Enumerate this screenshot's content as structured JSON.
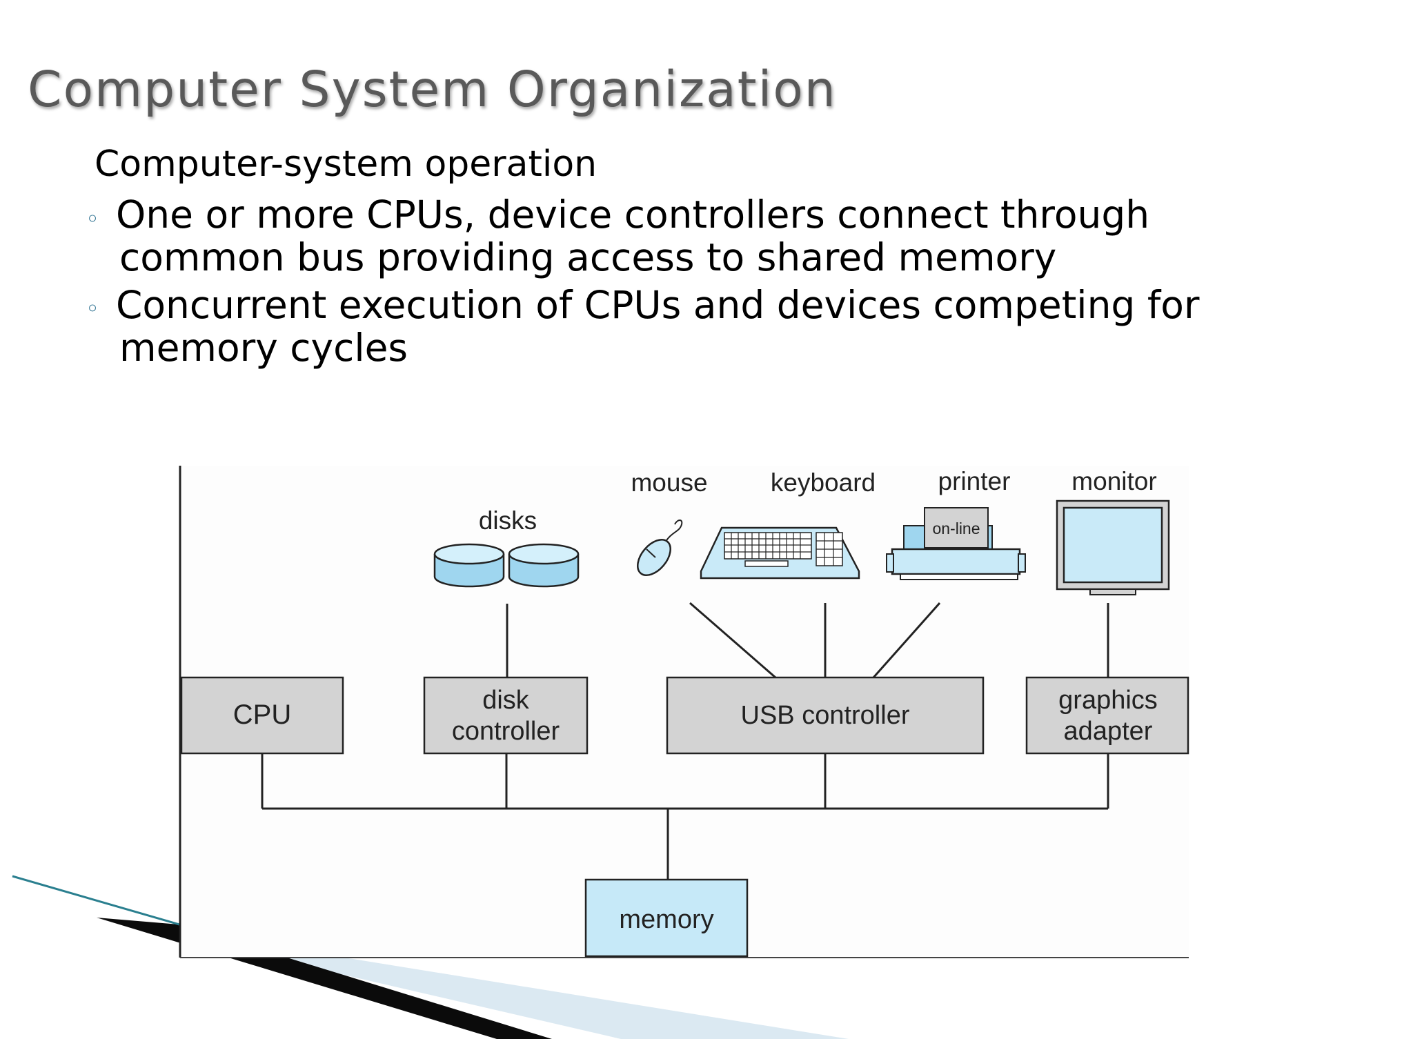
{
  "slide": {
    "title": "Computer System Organization",
    "heading": "Computer-system operation",
    "bullets": [
      {
        "symbol": "◦",
        "line1": "One or more CPUs, device controllers connect through",
        "line2": "common bus providing access to shared memory"
      },
      {
        "symbol": "◦",
        "line1": "Concurrent execution of CPUs and devices competing for",
        "line2": "memory cycles"
      }
    ]
  },
  "diagram": {
    "devices": {
      "disks": "disks",
      "mouse": "mouse",
      "keyboard": "keyboard",
      "printer": "printer",
      "printer_panel": "on-line",
      "monitor": "monitor"
    },
    "controllers": {
      "cpu": "CPU",
      "disk_controller_line1": "disk",
      "disk_controller_line2": "controller",
      "usb_controller": "USB controller",
      "graphics_adapter_line1": "graphics",
      "graphics_adapter_line2": "adapter"
    },
    "memory": "memory"
  },
  "colors": {
    "title_gray": "#595959",
    "box_gray": "#d3d3d3",
    "device_blue": "#c9eaf8",
    "memory_blue": "#c6e9f8",
    "accent_teal": "#2a6f8f"
  }
}
